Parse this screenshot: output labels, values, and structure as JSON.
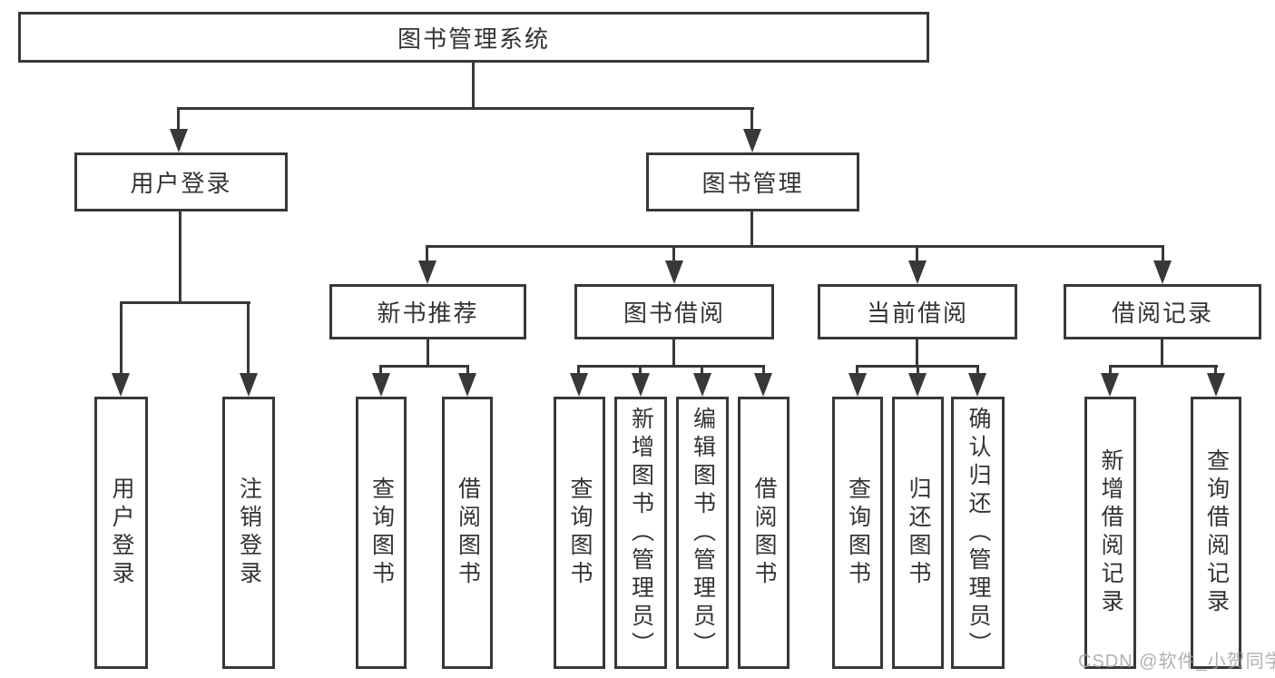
{
  "root": {
    "label": "图书管理系统"
  },
  "level2": [
    {
      "label": "用户登录"
    },
    {
      "label": "图书管理"
    }
  ],
  "level3": [
    {
      "label": "新书推荐"
    },
    {
      "label": "图书借阅"
    },
    {
      "label": "当前借阅"
    },
    {
      "label": "借阅记录"
    }
  ],
  "leaves": {
    "login": [
      {
        "label": "用户登录"
      },
      {
        "label": "注销登录"
      }
    ],
    "recommend": [
      {
        "label": "查询图书"
      },
      {
        "label": "借阅图书"
      }
    ],
    "borrow": [
      {
        "label": "查询图书"
      },
      {
        "label": "新增图书（管理员）"
      },
      {
        "label": "编辑图书（管理员）"
      },
      {
        "label": "借阅图书"
      }
    ],
    "current": [
      {
        "label": "查询图书"
      },
      {
        "label": "归还图书"
      },
      {
        "label": "确认归还（管理员）"
      }
    ],
    "records": [
      {
        "label": "新增借阅记录"
      },
      {
        "label": "查询借阅记录"
      }
    ]
  },
  "watermark": {
    "text": "CSDN @软件_小贺同学"
  },
  "colors": {
    "line": "#383838",
    "text": "#333333",
    "watermark": "#9e9e9e",
    "background": "#ffffff"
  }
}
